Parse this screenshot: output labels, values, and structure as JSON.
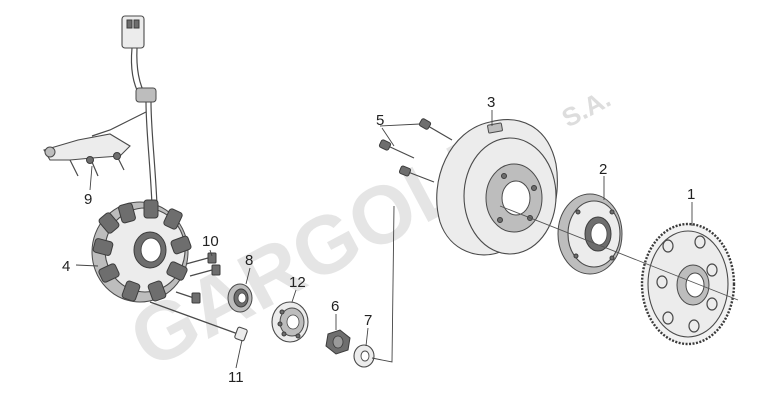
{
  "watermark": {
    "brand": "GARGOLIS",
    "suffix": "S.A."
  },
  "callouts": [
    "1",
    "2",
    "3",
    "4",
    "5",
    "6",
    "7",
    "8",
    "9",
    "10",
    "11",
    "12"
  ],
  "colors": {
    "line": "#4a4a4a",
    "watermark": "#cfcfcf",
    "background": "#ffffff"
  }
}
